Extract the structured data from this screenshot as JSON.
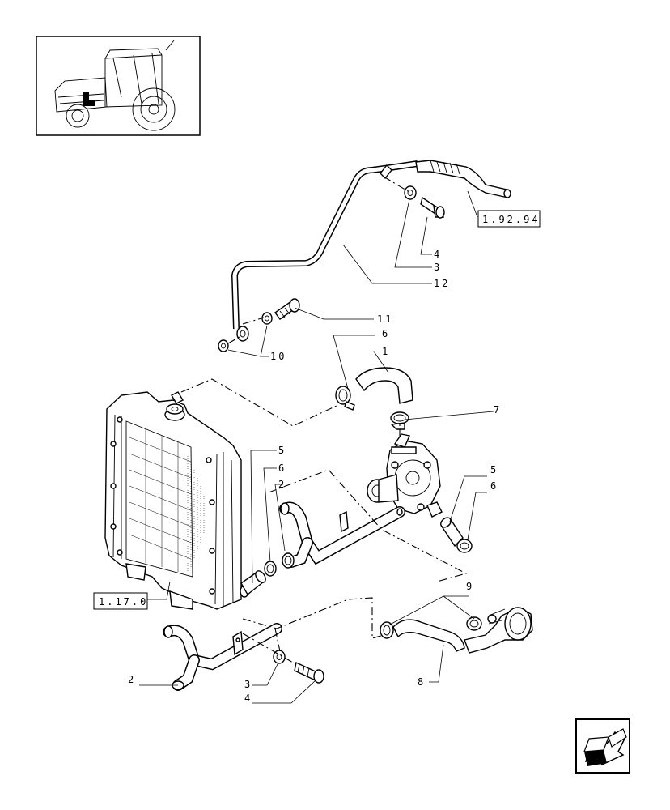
{
  "references": {
    "fuel_line_ref": "1.92.94",
    "radiator_ref": "1.17.0"
  },
  "callouts": {
    "c1": "1",
    "c2_top": "2",
    "c2_bottom": "2",
    "c3_top": "3",
    "c3_bottom": "3",
    "c4_top": "4",
    "c4_bottom": "4",
    "c5_left": "5",
    "c5_right": "5",
    "c6_upper": "6",
    "c6_left": "6",
    "c6_right": "6",
    "c7": "7",
    "c8": "8",
    "c9": "9",
    "c10": "10",
    "c11": "11",
    "c12": "12"
  },
  "icons": {
    "thumbnail": "tractor-location-icon",
    "navigation": "previous-page-arrow-icon"
  }
}
